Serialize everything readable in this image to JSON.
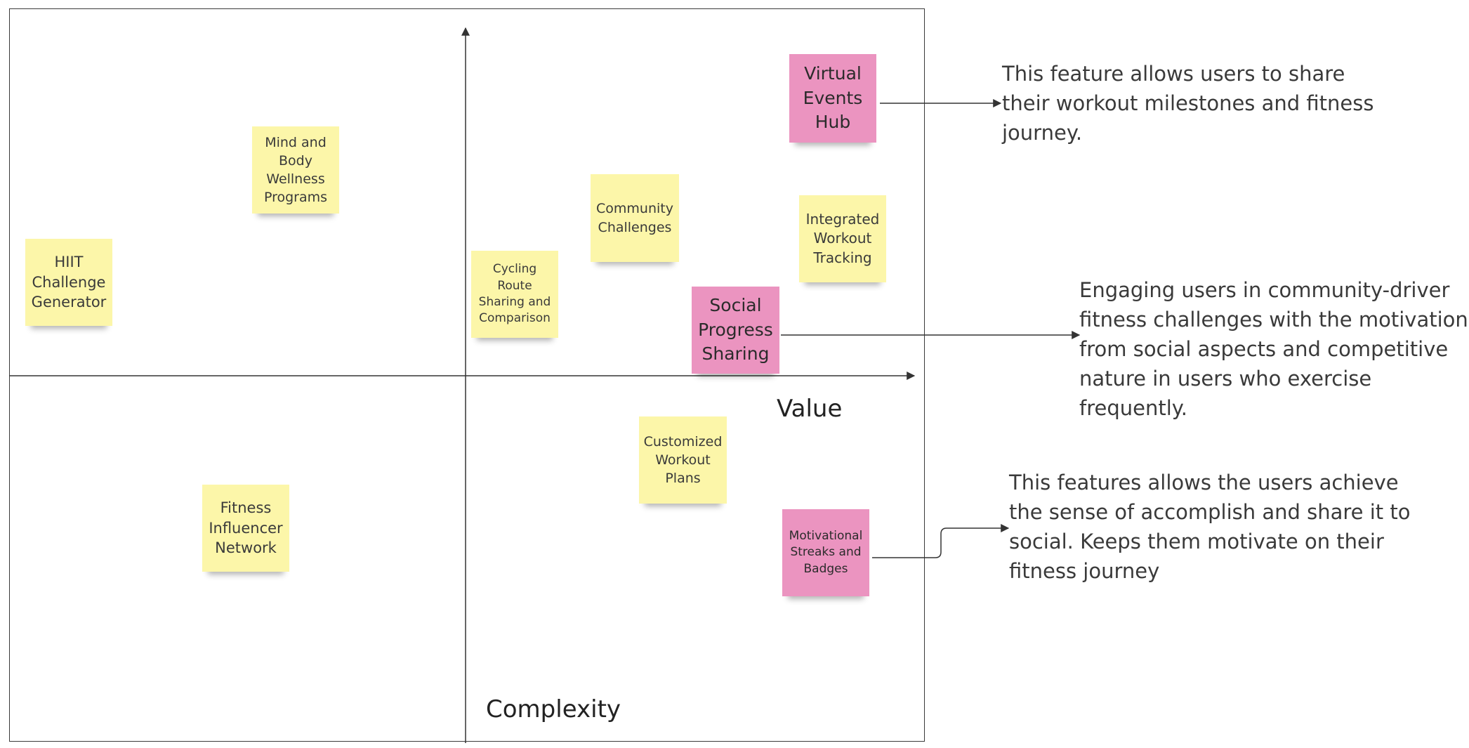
{
  "axes": {
    "x_label": "Value",
    "y_label": "Complexity"
  },
  "notes": {
    "hiit": "HIIT\nChallenge\nGenerator",
    "mind_body": "Mind and\nBody\nWellness\nPrograms",
    "fitness_influencer": "Fitness\nInfluencer\nNetwork",
    "cycling_route": "Cycling\nRoute\nSharing and\nComparison",
    "community_challenges": "Community\nChallenges",
    "virtual_events": "Virtual\nEvents\nHub",
    "integrated_tracking": "Integrated\nWorkout\nTracking",
    "social_progress": "Social\nProgress\nSharing",
    "customized_plans": "Customized\nWorkout\nPlans",
    "motivational_streaks": "Motivational\nStreaks and\nBadges"
  },
  "descriptions": {
    "virtual_events": "This feature allows users to share\ntheir workout milestones and fitness\njourney.",
    "social_progress": "Engaging users in community-driver\nfitness challenges with the motivation\nfrom social aspects and competitive\nnature in users who exercise frequently.",
    "motivational_streaks": "This features allows the users achieve\nthe sense of accomplish and share it to\nsocial. Keeps them motivate on their\nfitness journey"
  },
  "colors": {
    "note_yellow": "#fcf6a9",
    "note_pink": "#eb94c0",
    "line": "#333333"
  }
}
